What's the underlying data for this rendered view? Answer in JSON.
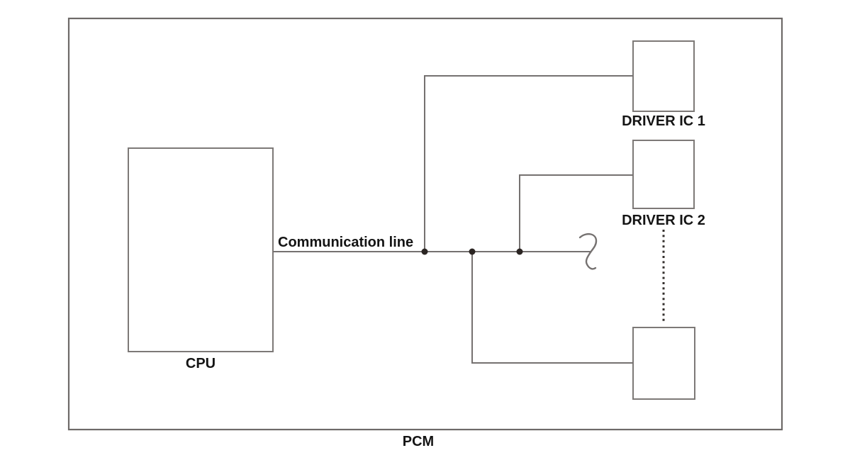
{
  "diagram": {
    "title": "PCM",
    "labels": {
      "pcm": "PCM",
      "cpu": "CPU",
      "communication_line": "Communication line",
      "driver_ic_1": "DRIVER IC 1",
      "driver_ic_2": "DRIVER IC 2"
    },
    "colors": {
      "background": "#ffffff",
      "boundary_border": "#6e6a68",
      "box_border": "#7d7977",
      "line": "#757170",
      "junction_dot": "#2b2523",
      "ellipsis_dot": "#35302e",
      "text": "#141414"
    }
  }
}
